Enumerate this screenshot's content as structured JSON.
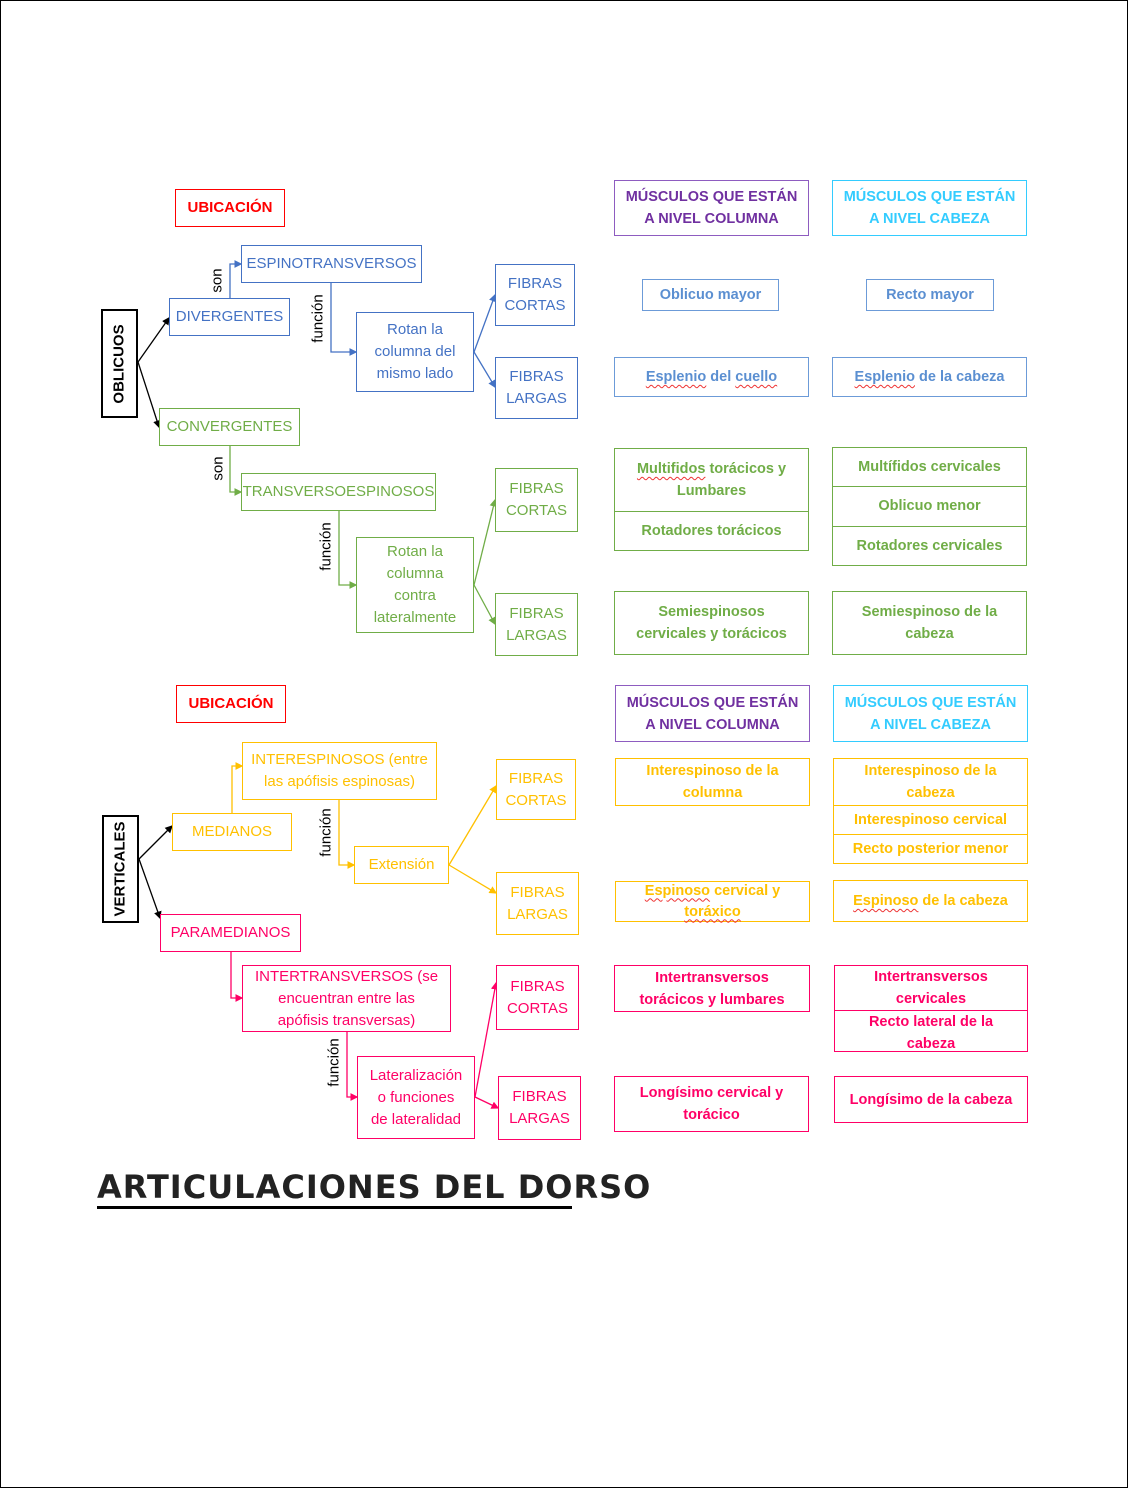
{
  "title": "ARTICULACIONES DEL DORSO",
  "oblicuos": {
    "ubicacion": "UBICACIÓN",
    "category": "OBLICUOS",
    "divergentes": "DIVERGENTES",
    "son1": "son",
    "espinotransversos": "ESPINOTRANSVERSOS",
    "funcion1": "función",
    "rotan1": "Rotan la\ncolumna del\nmismo lado",
    "fc1": "FIBRAS\nCORTAS",
    "fl1": "FIBRAS\nLARGAS",
    "convergentes": "CONVERGENTES",
    "son2": "son",
    "transversoespinosos": "TRANSVERSOESPINOSOS",
    "funcion2": "función",
    "rotan2": "Rotan la\ncolumna\ncontra\nlateralmente",
    "fc2": "FIBRAS\nCORTAS",
    "fl2": "FIBRAS\nLARGAS",
    "col_header": "MÚSCULOS QUE ESTÁN\nA NIVEL COLUMNA",
    "cab_header": "MÚSCULOS QUE ESTÁN\nA NIVEL CABEZA",
    "col": {
      "oblicuo_mayor": "Oblicuo mayor",
      "esplenio_a": "Esplenio",
      "esplenio_b": " del ",
      "esplenio_c": "cuello",
      "multifidos_a": "Multifidos",
      "multifidos_b": " torácicos y\nLumbares",
      "rotadores": "Rotadores torácicos",
      "semiespinosos": "Semiespinosos\ncervicales y torácicos"
    },
    "cab": {
      "recto_mayor": "Recto mayor",
      "esplenio_a": "Esplenio",
      "esplenio_b": " de la cabeza",
      "multifidos": "Multífidos cervicales",
      "oblicuo_menor": "Oblicuo menor",
      "rotadores": "Rotadores cervicales",
      "semiespinoso": "Semiespinoso de la\ncabeza"
    }
  },
  "verticales": {
    "ubicacion": "UBICACIÓN",
    "category": "VERTICALES",
    "medianos": "MEDIANOS",
    "interespinosos": "INTERESPINOSOS (entre\nlas apófisis espinosas)",
    "funcion1": "función",
    "extension": "Extensión",
    "fc1": "FIBRAS\nCORTAS",
    "fl1": "FIBRAS\nLARGAS",
    "paramedianos": "PARAMEDIANOS",
    "intertransversos": "INTERTRANSVERSOS (se\nencuentran entre las\napófisis transversas)",
    "funcion2": "función",
    "lateralizacion": "Lateralización\no funciones\nde lateralidad",
    "fc2": "FIBRAS\nCORTAS",
    "fl2": "FIBRAS\nLARGAS",
    "col_header": "MÚSCULOS QUE ESTÁN\nA NIVEL COLUMNA",
    "cab_header": "MÚSCULOS QUE ESTÁN\nA NIVEL CABEZA",
    "col": {
      "interespinoso": "Interespinoso de la\ncolumna",
      "espinoso_a": "Espinoso",
      "espinoso_b": " cervical y\n",
      "espinoso_c": "toráxico",
      "intertransversos": "Intertransversos\ntorácicos y lumbares",
      "longisimo": "Longísimo cervical y\ntorácico"
    },
    "cab": {
      "interespinoso": "Interespinoso de la\ncabeza",
      "interespinoso_cervical": "Interespinoso cervical",
      "recto_posterior": "Recto posterior menor",
      "espinoso_a": "Espinoso",
      "espinoso_b": " de la cabeza",
      "intertransversos": "Intertransversos\ncervicales",
      "recto_lateral": "Recto lateral de la\ncabeza",
      "longisimo": "Longísimo de la cabeza"
    }
  }
}
